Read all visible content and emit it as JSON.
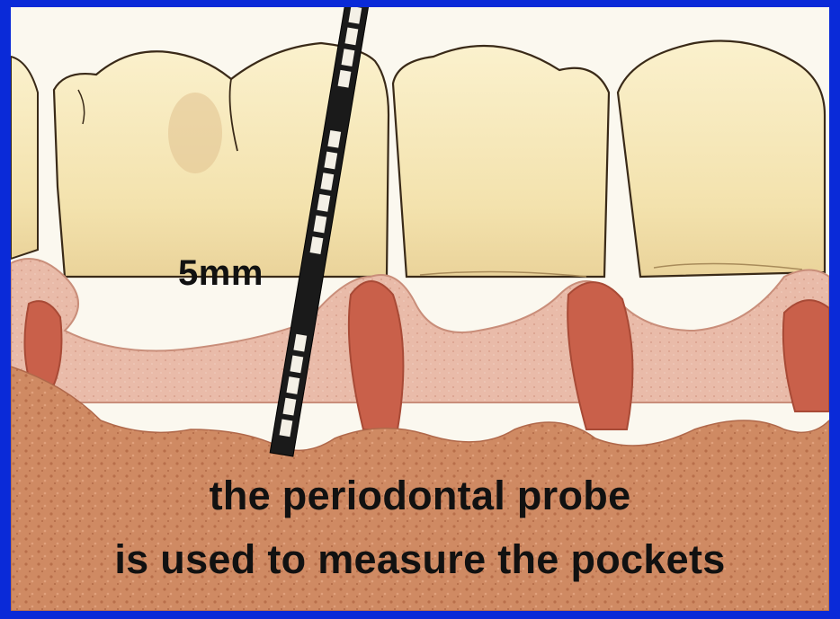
{
  "diagram": {
    "measurement_label": "5mm",
    "caption_line_1": "the periodontal probe",
    "caption_line_2": "is used to measure the pockets"
  },
  "colors": {
    "frame": "#0a2ad8",
    "enamel": "#f4e6b4",
    "gum_pink": "#e8b9a8",
    "gum_tissue": "#d98f6c",
    "bone": "#c97a55",
    "probe_black": "#111111",
    "text": "#111111"
  },
  "icons": {
    "probe": "periodontal-probe-instrument",
    "teeth": "molar-and-premolar-teeth"
  }
}
